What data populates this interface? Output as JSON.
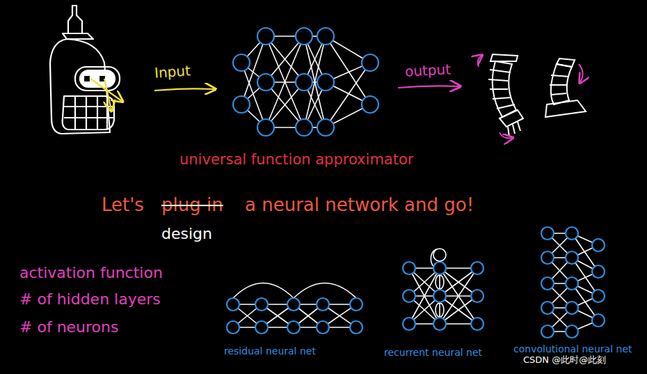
{
  "diagram": {
    "labels": [
      "Input",
      "output",
      "universal function approximator",
      "Let's",
      "plug in",
      "a neural network and go!",
      "design",
      "activation function",
      "# of hidden layers",
      "# of neurons",
      "residual neural net",
      "recurrent neural net",
      "convolutional neural net",
      "CSDN @此时@此刻"
    ]
  }
}
